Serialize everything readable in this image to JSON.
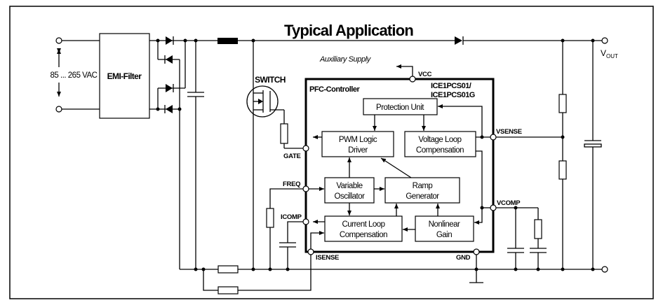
{
  "title": "Typical Application",
  "input_voltage": "85 ... 265 VAC",
  "emi_filter": "EMI-Filter",
  "switch": "SWITCH",
  "aux_supply": "Auxiliary Supply",
  "output": {
    "main": "V",
    "sub": "OUT"
  },
  "controller": {
    "name": "PFC-Controller",
    "part_line1": "ICE1PCS01/",
    "part_line2": "ICE1PCS01G"
  },
  "blocks": {
    "protection": "Protection Unit",
    "pwm_1": "PWM Logic",
    "pwm_2": "Driver",
    "vloop_1": "Voltage Loop",
    "vloop_2": "Compensation",
    "osc_1": "Variable",
    "osc_2": "Oscillator",
    "ramp_1": "Ramp",
    "ramp_2": "Generator",
    "cloop_1": "Current Loop",
    "cloop_2": "Compensation",
    "gain_1": "Nonlinear",
    "gain_2": "Gain"
  },
  "pins": {
    "vcc": "VCC",
    "gate": "GATE",
    "freq": "FREQ",
    "icomp": "ICOMP",
    "isense": "ISENSE",
    "gnd": "GND",
    "vsense": "VSENSE",
    "vcomp": "VCOMP"
  }
}
